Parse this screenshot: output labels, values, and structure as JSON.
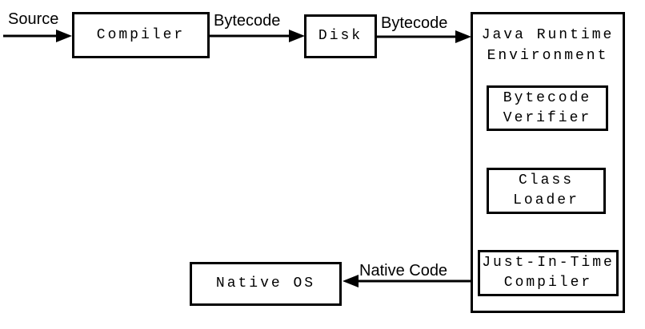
{
  "labels": {
    "source": "Source",
    "bytecode_compiler_to_disk": "Bytecode",
    "bytecode_disk_to_jre": "Bytecode",
    "native_code": "Native Code"
  },
  "boxes": {
    "compiler": {
      "label": "Compiler"
    },
    "disk": {
      "label": "Disk"
    },
    "jre": {
      "line1": "Java Runtime",
      "line2": "Environment"
    },
    "bytecode_verifier": {
      "line1": "Bytecode",
      "line2": "Verifier"
    },
    "class_loader": {
      "line1": "Class",
      "line2": "Loader"
    },
    "jit_compiler": {
      "line1": "Just-In-Time",
      "line2": "Compiler"
    },
    "native_os": {
      "label": "Native OS"
    }
  },
  "colors": {
    "line": "#000000",
    "background": "#ffffff"
  }
}
